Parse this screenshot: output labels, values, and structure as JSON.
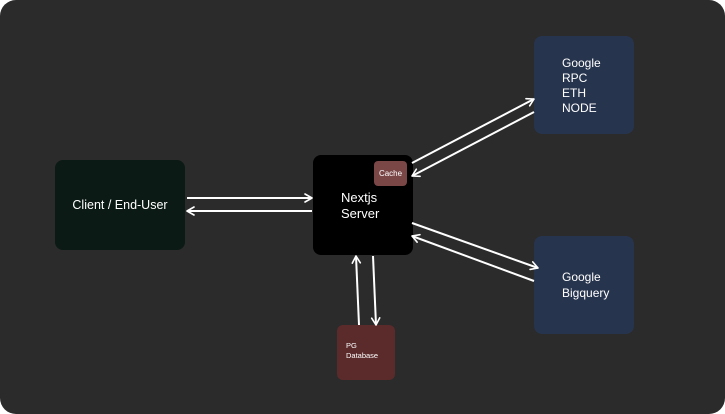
{
  "diagram": {
    "background": "#2b2b2b",
    "arrow_color": "#ffffff",
    "nodes": {
      "client": {
        "label": "Client / End-User",
        "color": "#0b1a14"
      },
      "server": {
        "label_line1": "Nextjs",
        "label_line2": "Server",
        "color": "#000000"
      },
      "cache": {
        "label": "Cache",
        "color": "#7a4646"
      },
      "rpc": {
        "lines": [
          "Google",
          "RPC",
          "ETH",
          "NODE"
        ],
        "color": "#27344d"
      },
      "bigquery": {
        "lines": [
          "Google",
          "Bigquery"
        ],
        "color": "#27344d"
      },
      "pg": {
        "lines": [
          "PG",
          "Database"
        ],
        "color": "#5b2b2b"
      }
    },
    "edges": [
      {
        "from": "client",
        "to": "server"
      },
      {
        "from": "server",
        "to": "client"
      },
      {
        "from": "server",
        "to": "rpc"
      },
      {
        "from": "rpc",
        "to": "server"
      },
      {
        "from": "server",
        "to": "bigquery"
      },
      {
        "from": "bigquery",
        "to": "server"
      },
      {
        "from": "server",
        "to": "pg"
      },
      {
        "from": "pg",
        "to": "server"
      }
    ]
  }
}
